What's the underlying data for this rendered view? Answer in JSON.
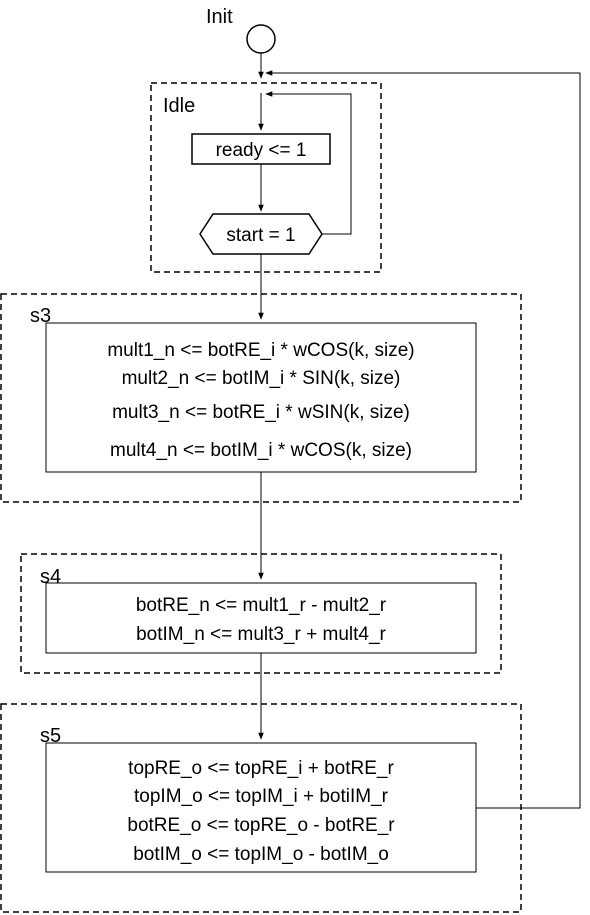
{
  "init": {
    "label": "Init"
  },
  "idle": {
    "label": "Idle",
    "action": "ready <= 1",
    "condition": "start = 1"
  },
  "s3": {
    "label": "s3",
    "lines": [
      "mult1_n <= botRE_i * wCOS(k, size)",
      "mult2_n <= botIM_i * SIN(k, size)",
      "mult3_n <= botRE_i * wSIN(k, size)",
      "mult4_n <= botIM_i * wCOS(k, size)"
    ]
  },
  "s4": {
    "label": "s4",
    "lines": [
      "botRE_n <= mult1_r - mult2_r",
      "botIM_n <= mult3_r + mult4_r"
    ]
  },
  "s5": {
    "label": "s5",
    "lines": [
      "topRE_o <= topRE_i + botRE_r",
      "topIM_o <= topIM_i + botiIM_r",
      "botRE_o <= topRE_o - botRE_r",
      "botIM_o <= topIM_o - botIM_o"
    ]
  }
}
